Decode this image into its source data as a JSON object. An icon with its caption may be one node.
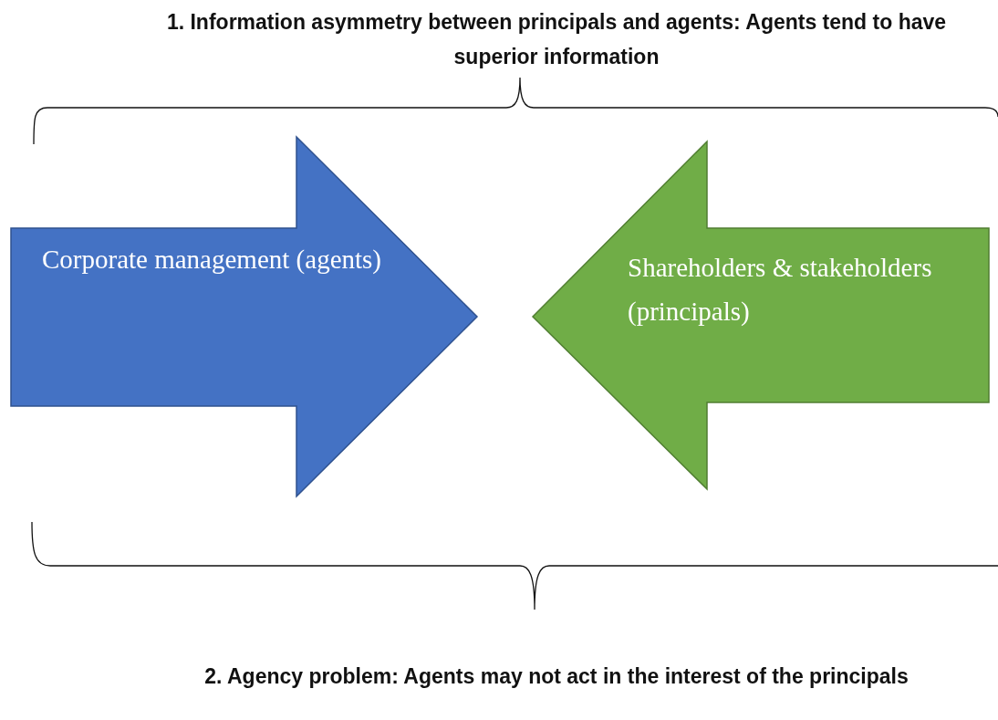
{
  "diagram": {
    "nodes": [
      {
        "text": [
          "Corporate management (agents)"
        ]
      },
      {
        "text": [
          "Shareholders & stakeholders (principals)"
        ]
      }
    ],
    "labels": [
      "1. Information asymmetry between principals and agents: Agents tend to have superior information",
      "2. Agency problem: Agents may not act in the interest of the principals"
    ]
  }
}
